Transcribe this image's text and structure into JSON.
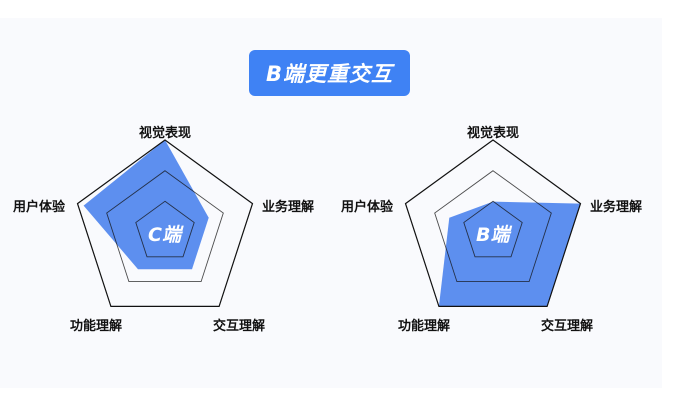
{
  "title": "B端更重交互",
  "colors": {
    "accent": "#3f82f4",
    "fill": "#4f86ee",
    "outline": "#111111"
  },
  "chart_data": [
    {
      "type": "radar",
      "center_label": "C端",
      "axes": [
        "视觉表现",
        "业务理解",
        "交互理解",
        "功能理解",
        "用户体验"
      ],
      "values": [
        1.0,
        0.5,
        0.5,
        0.5,
        0.93
      ],
      "rings": 3
    },
    {
      "type": "radar",
      "center_label": "B端",
      "axes": [
        "视觉表现",
        "业务理解",
        "交互理解",
        "功能理解",
        "用户体验"
      ],
      "values": [
        0.33,
        1.0,
        1.0,
        1.0,
        0.5
      ],
      "rings": 3
    }
  ]
}
